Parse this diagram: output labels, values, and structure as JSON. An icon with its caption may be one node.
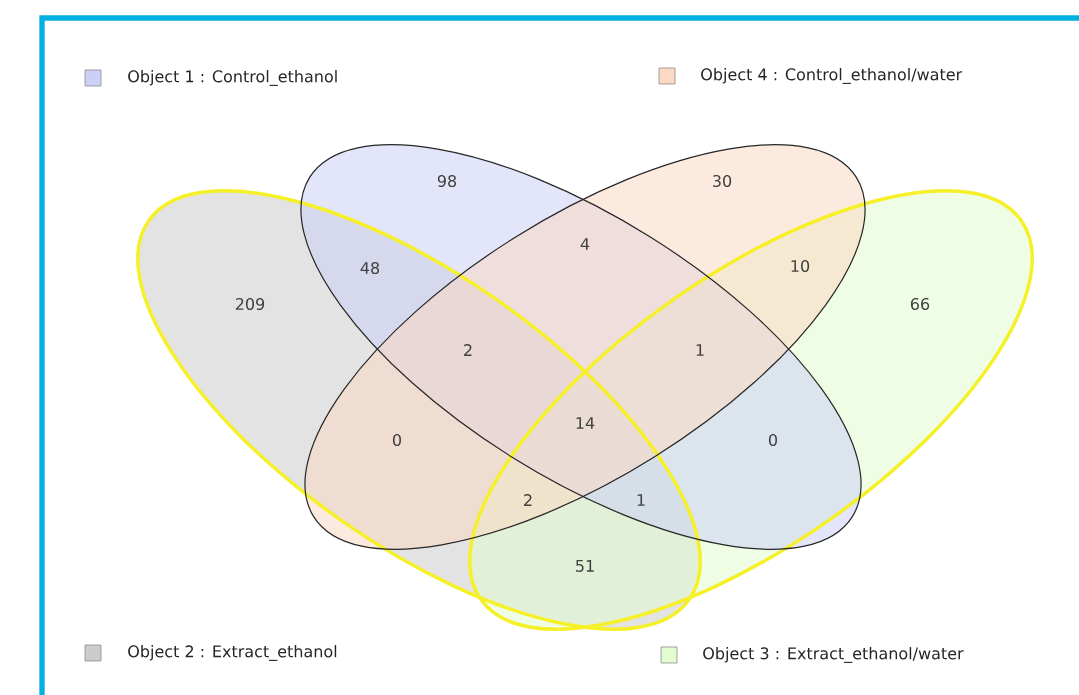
{
  "diagram": {
    "labels": [
      "98",
      "30",
      "4",
      "48",
      "10",
      "209",
      "66",
      "2",
      "1",
      "14",
      "0",
      "0",
      "2",
      "1",
      "51"
    ],
    "legend": [
      {
        "text": "Object 1 : Control_ethanol",
        "color": "#ccd0f6"
      },
      {
        "text": "Object 4 : Control_ethanol/water",
        "color": "#fcd9c3"
      },
      {
        "text": "Object 2 : Extract_ethanol",
        "color": "#cccccc"
      },
      {
        "text": "Object 3 : Extract_ethanol/water",
        "color": "#e2fcd0"
      }
    ]
  }
}
